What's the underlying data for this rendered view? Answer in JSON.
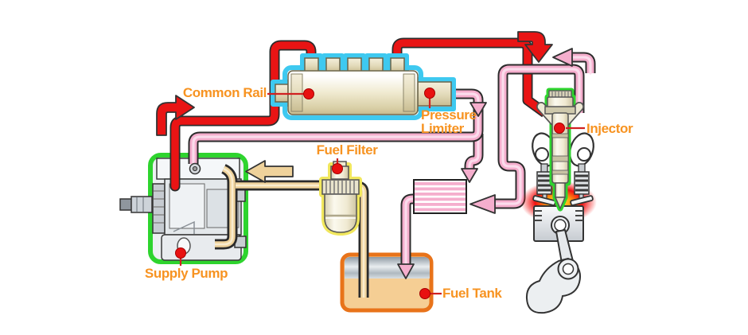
{
  "colors": {
    "red": "#E91414",
    "pink": "#F5AECD",
    "pink-hi": "#FBDCEC",
    "tan": "#EFD29B",
    "tan-hi": "#F9ECCF",
    "orange": "#F79321",
    "green": "#2ED42E",
    "cyan": "#3EC9F0",
    "yellow-glow": "#F1E75D",
    "tank-orange": "#E8731A",
    "fuel": "#F5CE94",
    "dot-red": "#E81111",
    "outline": "#2B2B2B"
  },
  "labels": {
    "common_rail": "Common Rail",
    "pressure_limiter": "Pressure Limiter",
    "fuel_filter": "Fuel Filter",
    "supply_pump": "Supply Pump",
    "fuel_tank": "Fuel Tank",
    "injector": "Injector"
  }
}
